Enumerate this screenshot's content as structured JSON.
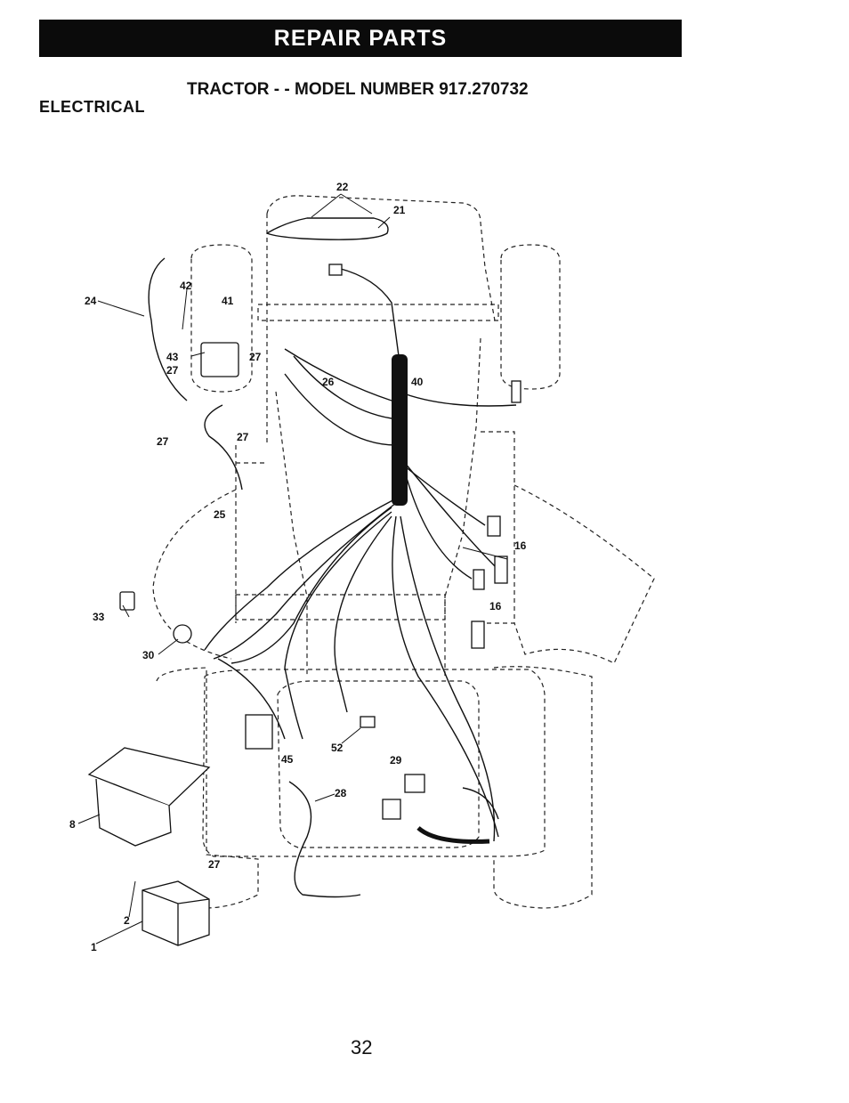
{
  "header": {
    "banner": "REPAIR PARTS"
  },
  "title": "TRACTOR - - MODEL NUMBER 917.270732",
  "section": "ELECTRICAL",
  "page_number": "32",
  "callouts": [
    "22",
    "21",
    "42",
    "41",
    "24",
    "43",
    "27",
    "27",
    "26",
    "40",
    "27",
    "27",
    "25",
    "16",
    "16",
    "33",
    "30",
    "45",
    "52",
    "29",
    "28",
    "8",
    "27",
    "2",
    "1"
  ]
}
